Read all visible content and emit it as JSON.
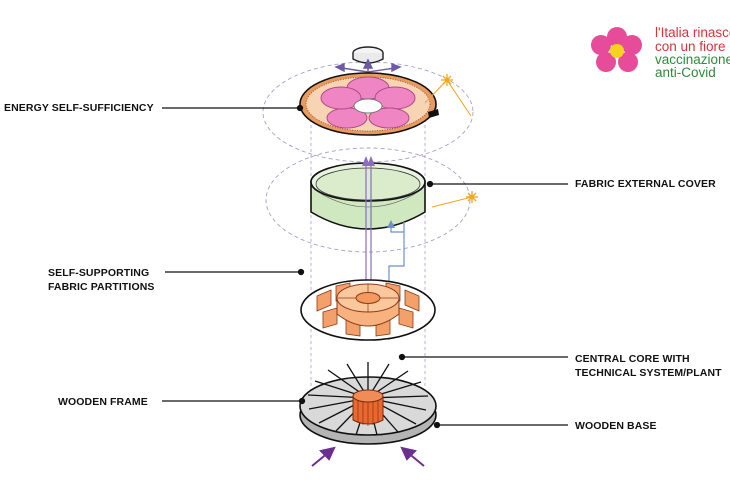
{
  "labels": {
    "energy": "ENERGY SELF-SUFFICIENCY",
    "fabric_cover": "FABRIC EXTERNAL COVER",
    "partitions_1": "SELF-SUPPORTING",
    "partitions_2": "FABRIC PARTITIONS",
    "core_1": "CENTRAL CORE WITH",
    "core_2": "TECHNICAL SYSTEM/PLANT",
    "wooden_frame": "WOODEN FRAME",
    "wooden_base": "WOODEN BASE"
  },
  "logo": {
    "line1": "l'Italia rinasce",
    "line2": "con un fiore",
    "line3": "vaccinazione",
    "line4": "anti-Covid"
  },
  "colors": {
    "pink": "#e64c9a",
    "red": "#d2353a",
    "green": "#2f8a3c",
    "fabric_green": "#cfe8bf",
    "orange": "#f4a06b",
    "guide_purple": "#9a86c9",
    "sun": "#f5a623"
  }
}
